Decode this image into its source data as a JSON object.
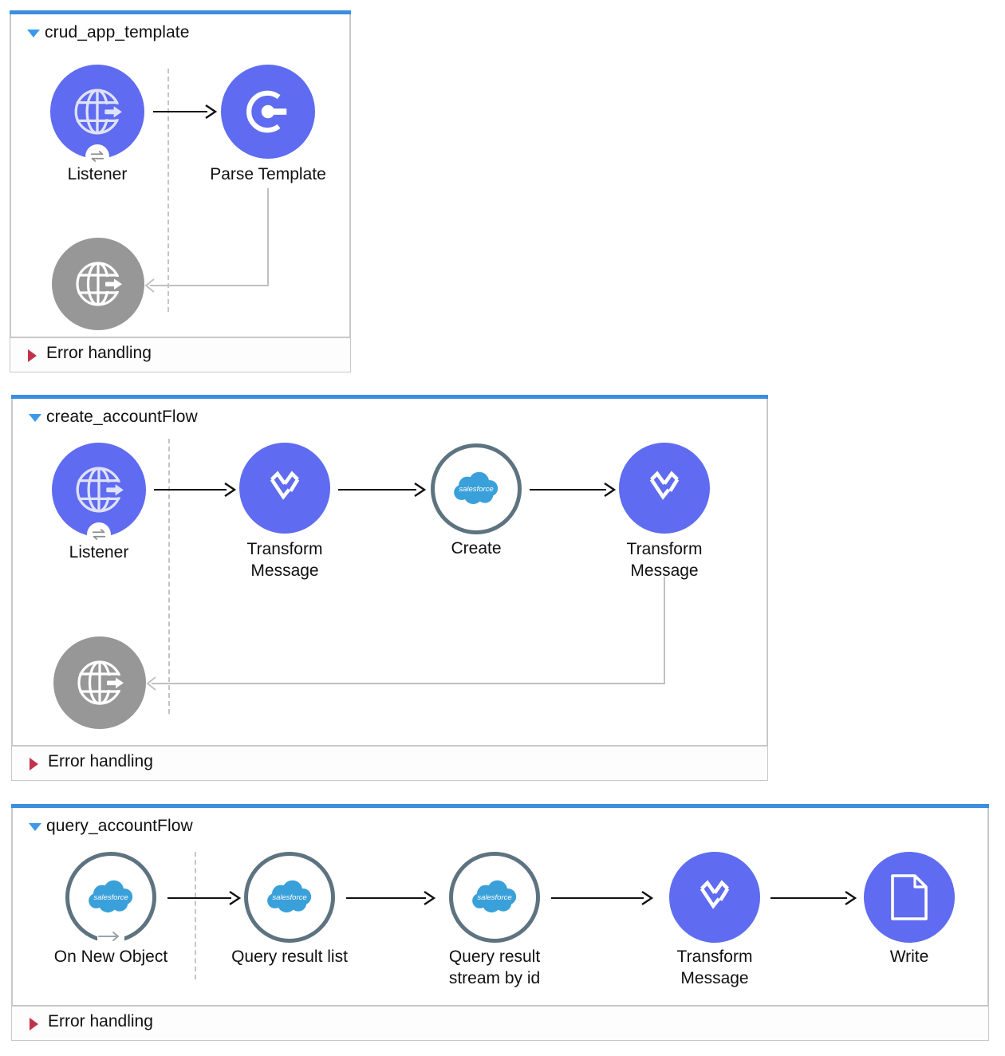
{
  "app": {
    "title": "Anypoint Studio Flow Canvas",
    "accent_blue": "#3c8ede",
    "node_purple": "#5f6bf0",
    "node_gray": "#979797",
    "salesforce_blue": "#3aa0da",
    "ring_gray": "#5d7380",
    "error_triangle_red": "#c2334b"
  },
  "flows": [
    {
      "name": "crud_app_template",
      "collapse_icon": "triangle-down-icon",
      "error_handling": {
        "label": "Error handling",
        "collapse_icon": "triangle-right-icon"
      },
      "nodes": [
        {
          "id": "listener-1",
          "label": "Listener",
          "icon": "http-listener-globe-icon",
          "style": "purple",
          "badge": "bidirectional-arrows-badge-icon"
        },
        {
          "id": "parse-template-1",
          "label": "Parse Template",
          "icon": "parse-template-icon",
          "style": "purple",
          "badge": null
        },
        {
          "id": "http-response-1",
          "label": "",
          "icon": "http-response-globe-icon",
          "style": "gray",
          "badge": null
        }
      ]
    },
    {
      "name": "create_accountFlow",
      "collapse_icon": "triangle-down-icon",
      "error_handling": {
        "label": "Error handling",
        "collapse_icon": "triangle-right-icon"
      },
      "nodes": [
        {
          "id": "listener-2",
          "label": "Listener",
          "icon": "http-listener-globe-icon",
          "style": "purple",
          "badge": "bidirectional-arrows-badge-icon"
        },
        {
          "id": "transform-message-2",
          "label": "Transform\nMessage",
          "icon": "transform-message-icon",
          "style": "purple",
          "badge": null
        },
        {
          "id": "create-2",
          "label": "Create",
          "icon": "salesforce-cloud-icon",
          "style": "sf-ring",
          "badge": null
        },
        {
          "id": "transform-message-2b",
          "label": "Transform\nMessage",
          "icon": "transform-message-icon",
          "style": "purple",
          "badge": null
        },
        {
          "id": "http-response-2",
          "label": "",
          "icon": "http-response-globe-icon",
          "style": "gray",
          "badge": null
        }
      ]
    },
    {
      "name": "query_accountFlow",
      "collapse_icon": "triangle-down-icon",
      "error_handling": {
        "label": "Error handling",
        "collapse_icon": "triangle-right-icon"
      },
      "nodes": [
        {
          "id": "on-new-object-3",
          "label": "On New Object",
          "icon": "salesforce-cloud-icon",
          "style": "sf-ring-source",
          "badge": null
        },
        {
          "id": "query-result-list-3",
          "label": "Query result list",
          "icon": "salesforce-cloud-icon",
          "style": "sf-ring",
          "badge": null
        },
        {
          "id": "query-stream-3",
          "label": "Query result\nstream by id",
          "icon": "salesforce-cloud-icon",
          "style": "sf-ring",
          "badge": null
        },
        {
          "id": "transform-message-3",
          "label": "Transform\nMessage",
          "icon": "transform-message-icon",
          "style": "purple",
          "badge": null
        },
        {
          "id": "write-3",
          "label": "Write",
          "icon": "file-document-icon",
          "style": "purple",
          "badge": null
        }
      ]
    }
  ],
  "salesforce_wordmark": "salesforce"
}
